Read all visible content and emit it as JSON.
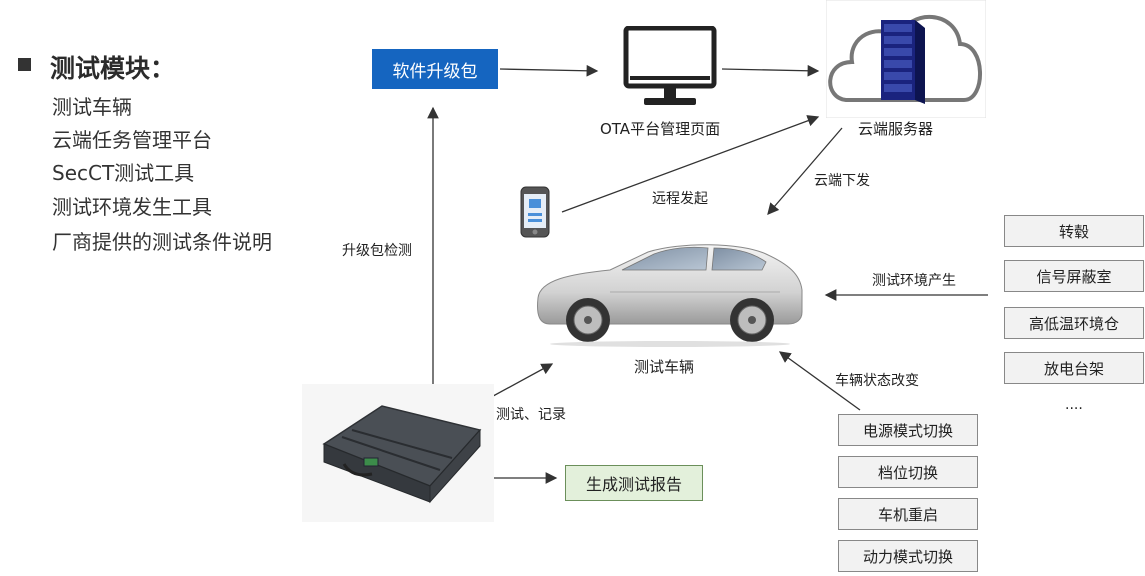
{
  "left_panel": {
    "heading": "测试模块：",
    "items": [
      "测试车辆",
      "云端任务管理平台",
      "SecCT测试工具",
      "测试环境发生工具",
      "厂商提供的测试条件说明"
    ]
  },
  "diagram": {
    "software_package": "软件升级包",
    "ota_page_label": "OTA平台管理页面",
    "cloud_server_label": "云端服务器",
    "remote_initiate_label": "远程发起",
    "cloud_dispatch_label": "云端下发",
    "package_detect_label": "升级包检测",
    "vehicle_label": "测试车辆",
    "env_generate_label": "测试环境产生",
    "state_change_label": "车辆状态改变",
    "test_record_label": "测试、记录",
    "report_label": "生成测试报告",
    "env_boxes": [
      "转毂",
      "信号屏蔽室",
      "高低温环境仓",
      "放电台架"
    ],
    "env_more": "....",
    "state_boxes": [
      "电源模式切换",
      "档位切换",
      "车机重启",
      "动力模式切换"
    ]
  },
  "colors": {
    "package_blue": "#1565c0",
    "report_green": "#e3f0db",
    "box_gray": "#f2f2f2"
  }
}
